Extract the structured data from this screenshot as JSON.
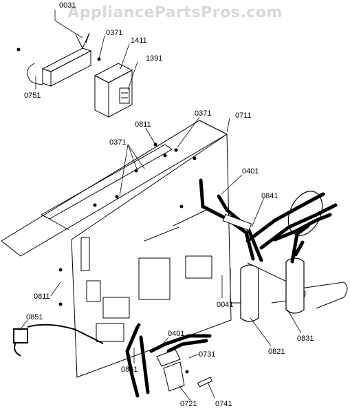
{
  "watermark": "AppliancePartsPros.com",
  "callouts": {
    "p0031": "0031",
    "p0371a": "0371",
    "p1411": "1411",
    "p1391": "1391",
    "p0751": "0751",
    "p0371b": "0371",
    "p0711": "0711",
    "p0811a": "0811",
    "p0371c": "0371",
    "p0401a": "0401",
    "p0841": "0841",
    "p0811b": "0811",
    "p0041": "0041",
    "p0851": "0851",
    "p0831": "0831",
    "p0821": "0821",
    "p0401b": "0401",
    "p0731": "0731",
    "p0861": "0861",
    "p0721": "0721",
    "p0741": "0741"
  }
}
